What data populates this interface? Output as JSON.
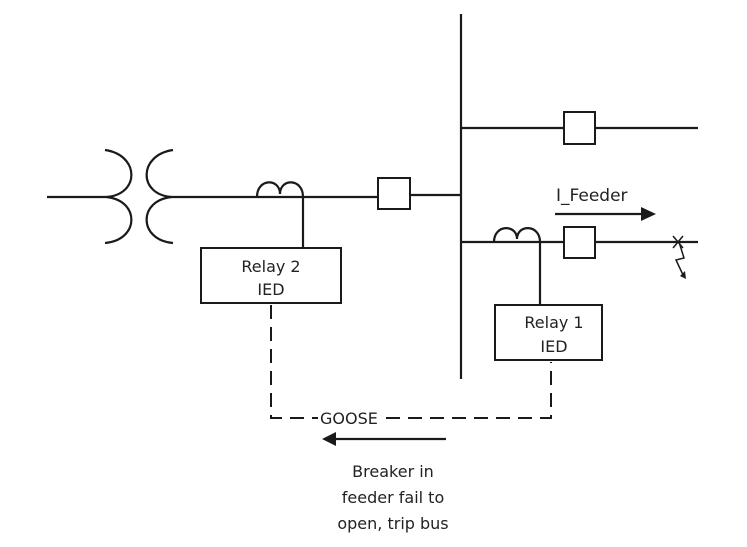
{
  "diagram": {
    "relay2": {
      "line1": "Relay 2",
      "line2": "IED"
    },
    "relay1": {
      "line1": "Relay 1",
      "line2": "IED"
    },
    "feeder_current_label": "I_Feeder",
    "goose_label": "GOOSE",
    "caption": [
      "Breaker in",
      "feeder fail to",
      "open, trip bus"
    ]
  }
}
